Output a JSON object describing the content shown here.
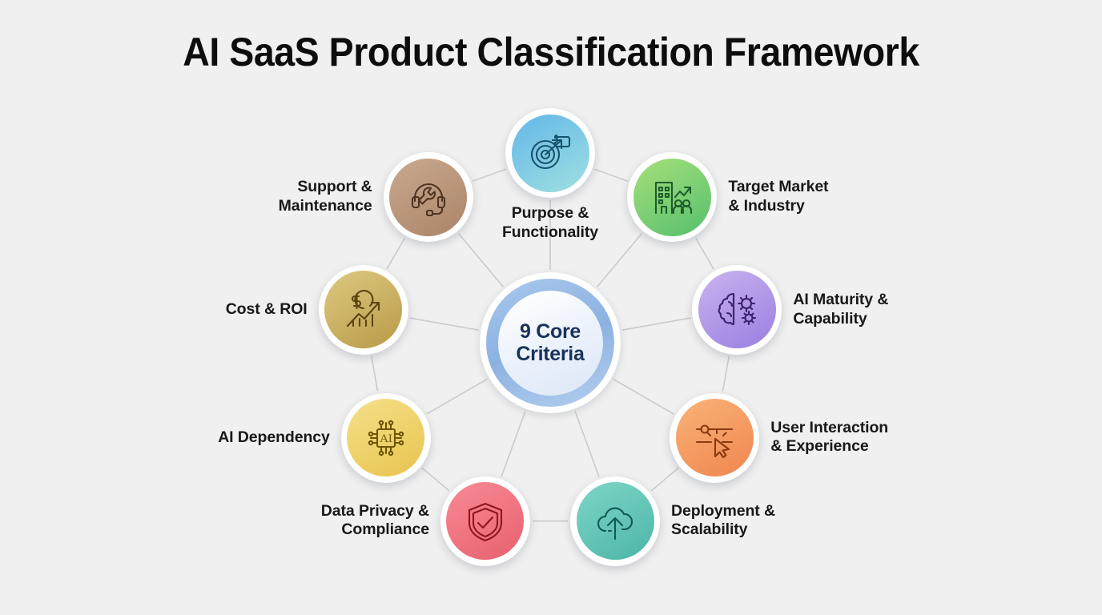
{
  "title": "AI SaaS Product Classification Framework",
  "background_color": "#f0f0f0",
  "connector_color": "#c9cbcd",
  "label_color": "#181818",
  "hub": {
    "line1": "9 Core",
    "line2": "Criteria",
    "text_color": "#19325a",
    "ring_color": "#8cb2e2"
  },
  "nodes": [
    {
      "id": "purpose-functionality",
      "label": "Purpose &\nFunctionality",
      "icon": "target-puzzle-icon",
      "color_start": "#63b7e8",
      "color_end": "#9fe0e0",
      "stroke": "#16526e",
      "label_align": "center"
    },
    {
      "id": "target-market-industry",
      "label": "Target Market\n& Industry",
      "icon": "building-growth-people-icon",
      "color_start": "#a6e07a",
      "color_end": "#56bf6e",
      "stroke": "#1d5c2a",
      "label_align": "right"
    },
    {
      "id": "ai-maturity-capability",
      "label": "AI Maturity &\nCapability",
      "icon": "brain-gears-icon",
      "color_start": "#c9b4f0",
      "color_end": "#9a7ee0",
      "stroke": "#3c2170",
      "label_align": "right"
    },
    {
      "id": "user-interaction-experience",
      "label": "User Interaction\n& Experience",
      "icon": "slider-cursor-icon",
      "color_start": "#f9b377",
      "color_end": "#f08550",
      "stroke": "#8a3a10",
      "label_align": "right"
    },
    {
      "id": "deployment-scalability",
      "label": "Deployment &\nScalability",
      "icon": "cloud-upload-icon",
      "color_start": "#7ed6c6",
      "color_end": "#4cb5a8",
      "stroke": "#0f5a52",
      "label_align": "right"
    },
    {
      "id": "data-privacy-compliance",
      "label": "Data Privacy &\nCompliance",
      "icon": "shield-check-icon",
      "color_start": "#f88a94",
      "color_end": "#e8606f",
      "stroke": "#8c1620",
      "label_align": "left"
    },
    {
      "id": "ai-dependency",
      "label": "AI Dependency",
      "icon": "ai-chip-icon",
      "color_start": "#f5e08a",
      "color_end": "#e8c44e",
      "stroke": "#6e5505",
      "label_align": "left"
    },
    {
      "id": "cost-roi",
      "label": "Cost & ROI",
      "icon": "dollar-growth-chart-icon",
      "color_start": "#ddc981",
      "color_end": "#b99a48",
      "stroke": "#5c4510",
      "label_align": "left"
    },
    {
      "id": "support-maintenance",
      "label": "Support &\nMaintenance",
      "icon": "headset-wrench-icon",
      "color_start": "#c9a98f",
      "color_end": "#ab8468",
      "stroke": "#4e3320",
      "label_align": "left"
    }
  ]
}
